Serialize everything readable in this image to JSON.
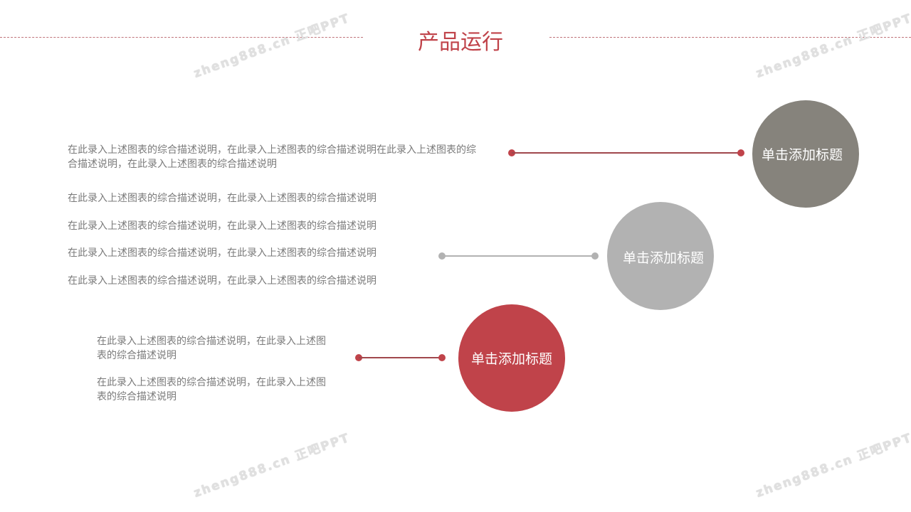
{
  "title": "产品运行",
  "watermark": "zheng888.cn 正吧PPT",
  "colors": {
    "accent": "#c0434a",
    "dark_gray": "#86837c",
    "light_gray": "#b2b2b2"
  },
  "items": [
    {
      "label": "单击添加标题",
      "texts": [
        "在此录入上述图表的综合描述说明，在此录入上述图表的综合描述说明在此录入上述图表的综合描述说明，在此录入上述图表的综合描述说明"
      ]
    },
    {
      "label": "单击添加标题",
      "texts": [
        "在此录入上述图表的综合描述说明，在此录入上述图表的综合描述说明",
        "在此录入上述图表的综合描述说明，在此录入上述图表的综合描述说明",
        "在此录入上述图表的综合描述说明，在此录入上述图表的综合描述说明",
        "在此录入上述图表的综合描述说明，在此录入上述图表的综合描述说明"
      ]
    },
    {
      "label": "单击添加标题",
      "texts": [
        "在此录入上述图表的综合描述说明，在此录入上述图表的综合描述说明",
        "在此录入上述图表的综合描述说明，在此录入上述图表的综合描述说明"
      ]
    }
  ]
}
